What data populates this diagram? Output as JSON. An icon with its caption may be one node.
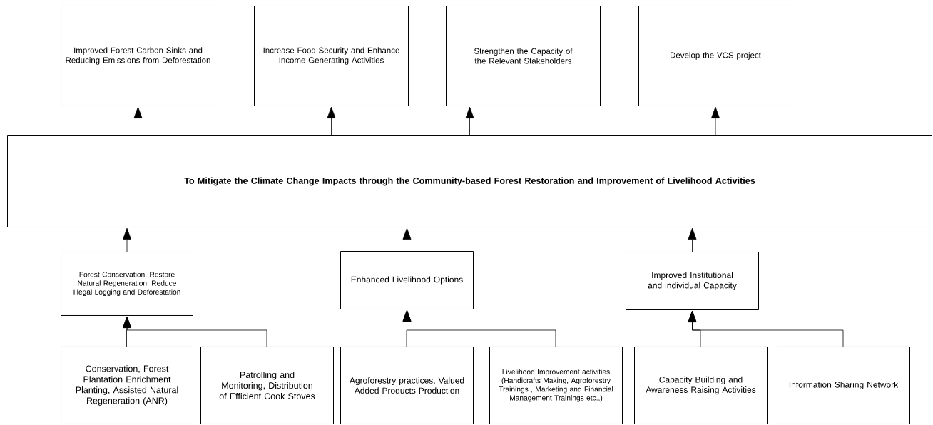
{
  "diagram": {
    "nodes": [
      {
        "text": [
          "Improved Forest Carbon Sinks and Reducing Emissions from Deforestation"
        ]
      },
      {
        "text": [
          "Increase Food Security and Enhance Income Generating Activities"
        ]
      },
      {
        "text": [
          "Strengthen the Capacity of the Relevant Stakeholders"
        ]
      },
      {
        "text": [
          "Develop the VCS  project"
        ]
      },
      {
        "text": [
          "To Mitigate the Climate Change Impacts through the Community-based Forest Restoration and Improvement of Livelihood Activities"
        ]
      },
      {
        "text": [
          "Forest Conservation, Restore Natural Regeneration, Reduce Illegal Logging and Deforestation"
        ]
      },
      {
        "text": [
          "Enhanced Livelihood Options"
        ]
      },
      {
        "text": [
          "Improved Institutional and individual Capacity"
        ]
      },
      {
        "text": [
          "Conservation, Forest Plantation Enrichment Planting, Assisted Natural Regeneration (ANR)"
        ]
      },
      {
        "text": [
          "Patrolling and Monitoring, Distribution of Efficient Cook Stoves"
        ]
      },
      {
        "text": [
          "Agroforestry practices, Valued Added Products Production"
        ]
      },
      {
        "text": [
          "Livelihood Improvement activities (Handicrafts Making, Agroforestry Trainings , Marketing and Financial Management Trainings  etc.,)"
        ]
      },
      {
        "text": [
          "Capacity Building and Awareness Raising Activities"
        ]
      },
      {
        "text": [
          "Information Sharing Network"
        ]
      }
    ],
    "edges": [
      {
        "from": 4,
        "to": 0,
        "arrow": "to"
      },
      {
        "from": 4,
        "to": 1,
        "arrow": "to"
      },
      {
        "from": 4,
        "to": 2,
        "arrow": "to"
      },
      {
        "from": 4,
        "to": 3,
        "arrow": "to"
      },
      {
        "from": 5,
        "to": 4,
        "arrow": "to"
      },
      {
        "from": 6,
        "to": 4,
        "arrow": "to"
      },
      {
        "from": 7,
        "to": 4,
        "arrow": "to"
      },
      {
        "from": 8,
        "to": 5,
        "arrow": "to"
      },
      {
        "from": 9,
        "to": 5,
        "arrow": "to"
      },
      {
        "from": 10,
        "to": 6,
        "arrow": "to"
      },
      {
        "from": 11,
        "to": 6,
        "arrow": "to"
      },
      {
        "from": 12,
        "to": 7,
        "arrow": "to"
      },
      {
        "from": 13,
        "to": 7,
        "arrow": "to"
      }
    ]
  }
}
